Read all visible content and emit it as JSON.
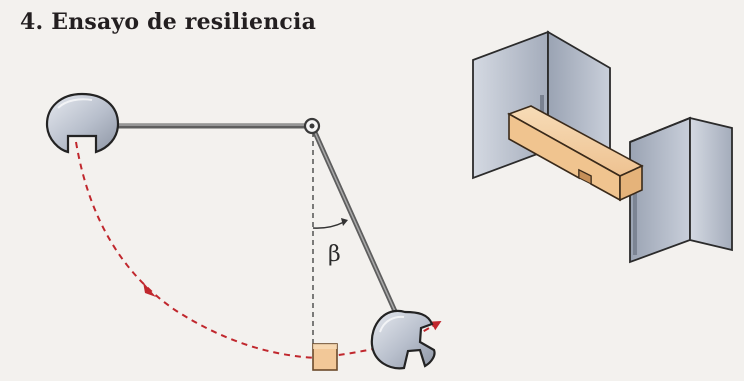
{
  "title": "4. Ensayo de resiliencia",
  "angle_label": "β",
  "colors": {
    "background": "#f3f1ee",
    "pendulum_arm": "#7a7a7a",
    "hammer": "#bcc3cf",
    "swing_path": "#c0272d",
    "specimen": "#f2c898",
    "anvil": "#c4cad6"
  },
  "icons": [
    "pendulum-hammer",
    "pivot",
    "specimen",
    "anvil-support"
  ]
}
